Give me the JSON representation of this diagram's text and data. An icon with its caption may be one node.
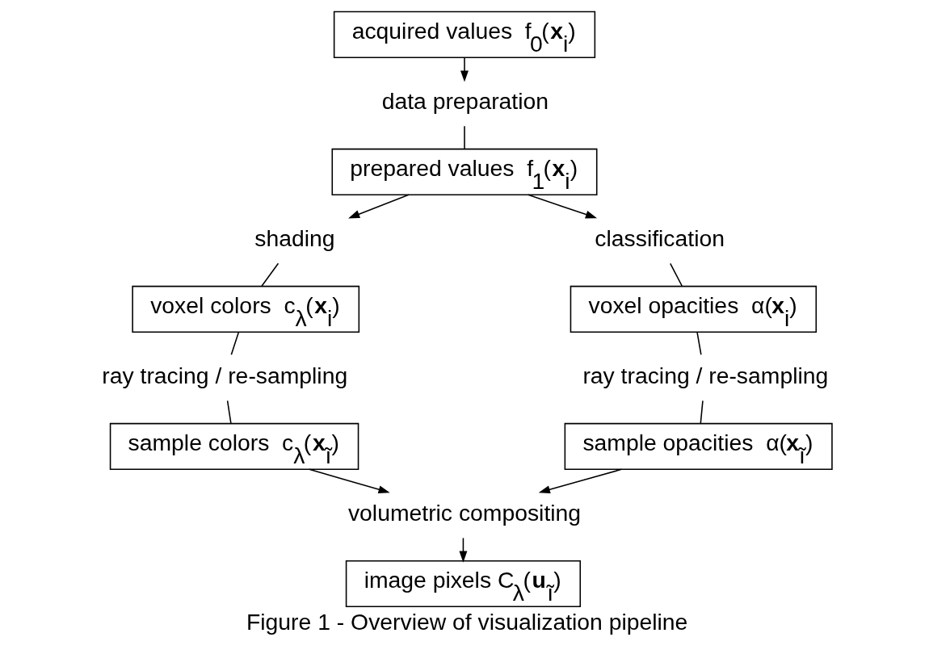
{
  "diagram": {
    "caption": "Figure 1 - Overview of visualization pipeline",
    "nodes": [
      {
        "text": [
          "acquired values  f$_{0}$(**x**$_{i}$)"
        ]
      },
      {
        "text": [
          "data preparation"
        ]
      },
      {
        "text": [
          "prepared values  f$_{1}$(**x**$_{i}$)"
        ]
      },
      {
        "text": [
          "shading"
        ]
      },
      {
        "text": [
          "classification"
        ]
      },
      {
        "text": [
          "voxel colors  c$_{λ}$(**x**$_{i}$)"
        ]
      },
      {
        "text": [
          "voxel opacities  α(**x**$_{i}$)"
        ]
      },
      {
        "text": [
          "ray tracing / re-sampling"
        ]
      },
      {
        "text": [
          "ray tracing / re-sampling"
        ]
      },
      {
        "text": [
          "sample colors  c$_{λ}$(**x**$_{ĩ}$)"
        ]
      },
      {
        "text": [
          "sample opacities  α(**x**$_{ĩ}$)"
        ]
      },
      {
        "text": [
          "volumetric compositing"
        ]
      },
      {
        "text": [
          "image pixels C$_{λ}$(**u**$_{ĩ}$)"
        ]
      }
    ],
    "edges": [
      {
        "from": 0,
        "to": 1,
        "arrow": "to"
      },
      {
        "from": 1,
        "to": 2,
        "arrow": "none"
      },
      {
        "from": 2,
        "to": 3,
        "arrow": "to"
      },
      {
        "from": 2,
        "to": 4,
        "arrow": "to"
      },
      {
        "from": 3,
        "to": 5,
        "arrow": "none"
      },
      {
        "from": 4,
        "to": 6,
        "arrow": "none"
      },
      {
        "from": 5,
        "to": 7,
        "arrow": "none"
      },
      {
        "from": 6,
        "to": 8,
        "arrow": "none"
      },
      {
        "from": 7,
        "to": 9,
        "arrow": "none"
      },
      {
        "from": 8,
        "to": 10,
        "arrow": "none"
      },
      {
        "from": 9,
        "to": 11,
        "arrow": "to"
      },
      {
        "from": 10,
        "to": 11,
        "arrow": "to"
      },
      {
        "from": 11,
        "to": 12,
        "arrow": "to"
      }
    ]
  }
}
